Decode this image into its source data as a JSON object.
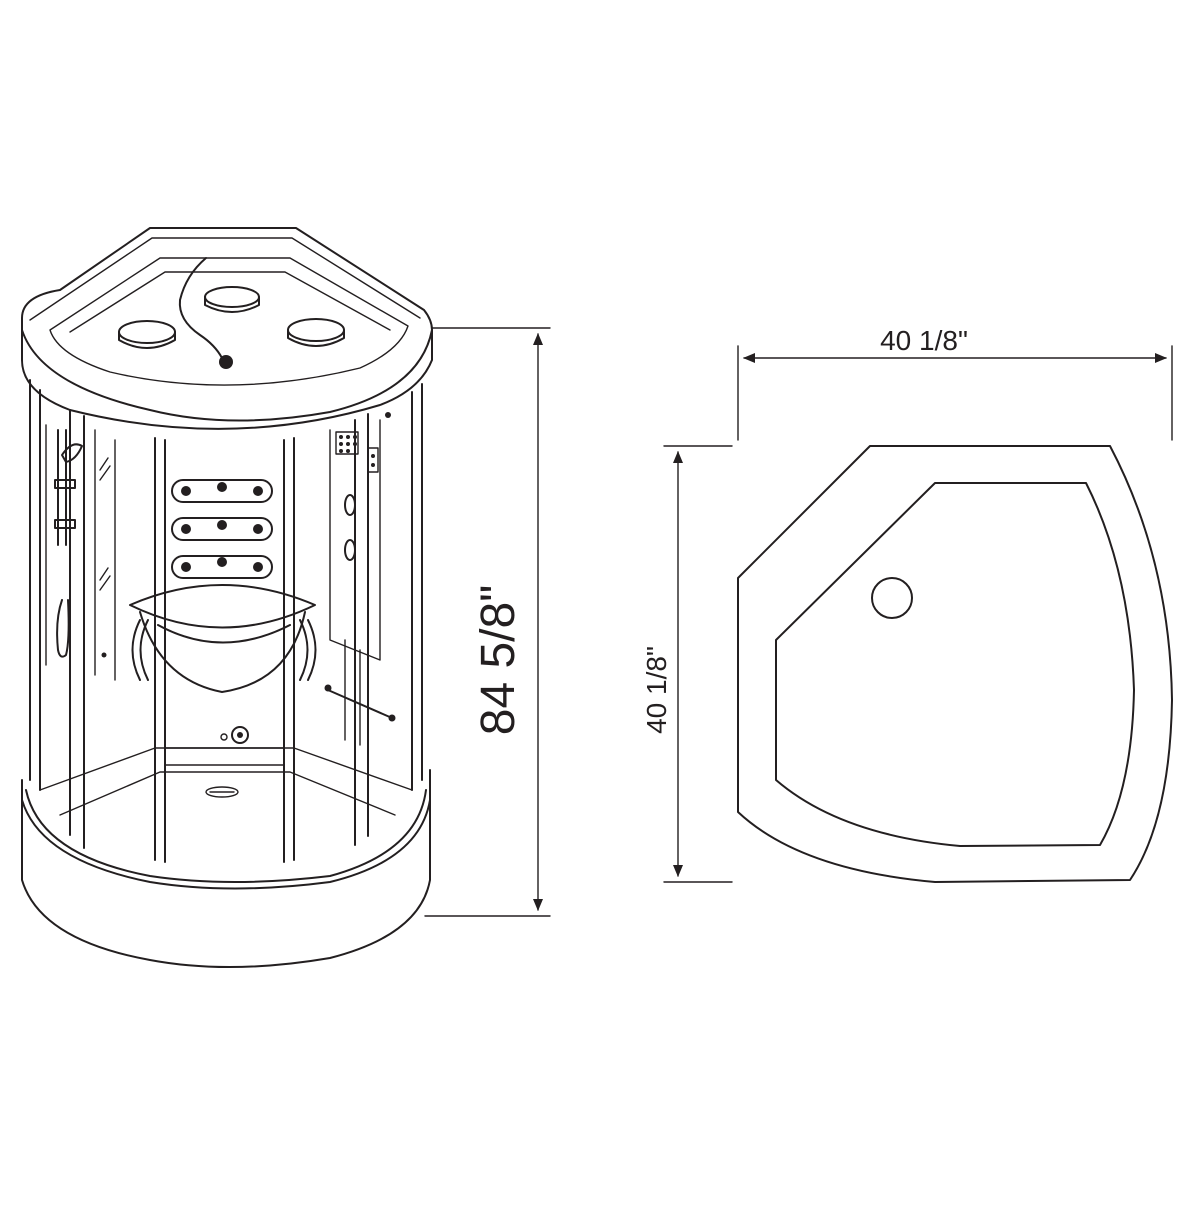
{
  "diagram": {
    "height_label": "84 5/8\"",
    "width_label": "40 1/8\"",
    "depth_label": "40 1/8\"",
    "line_color": "#231f20",
    "background": "#ffffff"
  }
}
